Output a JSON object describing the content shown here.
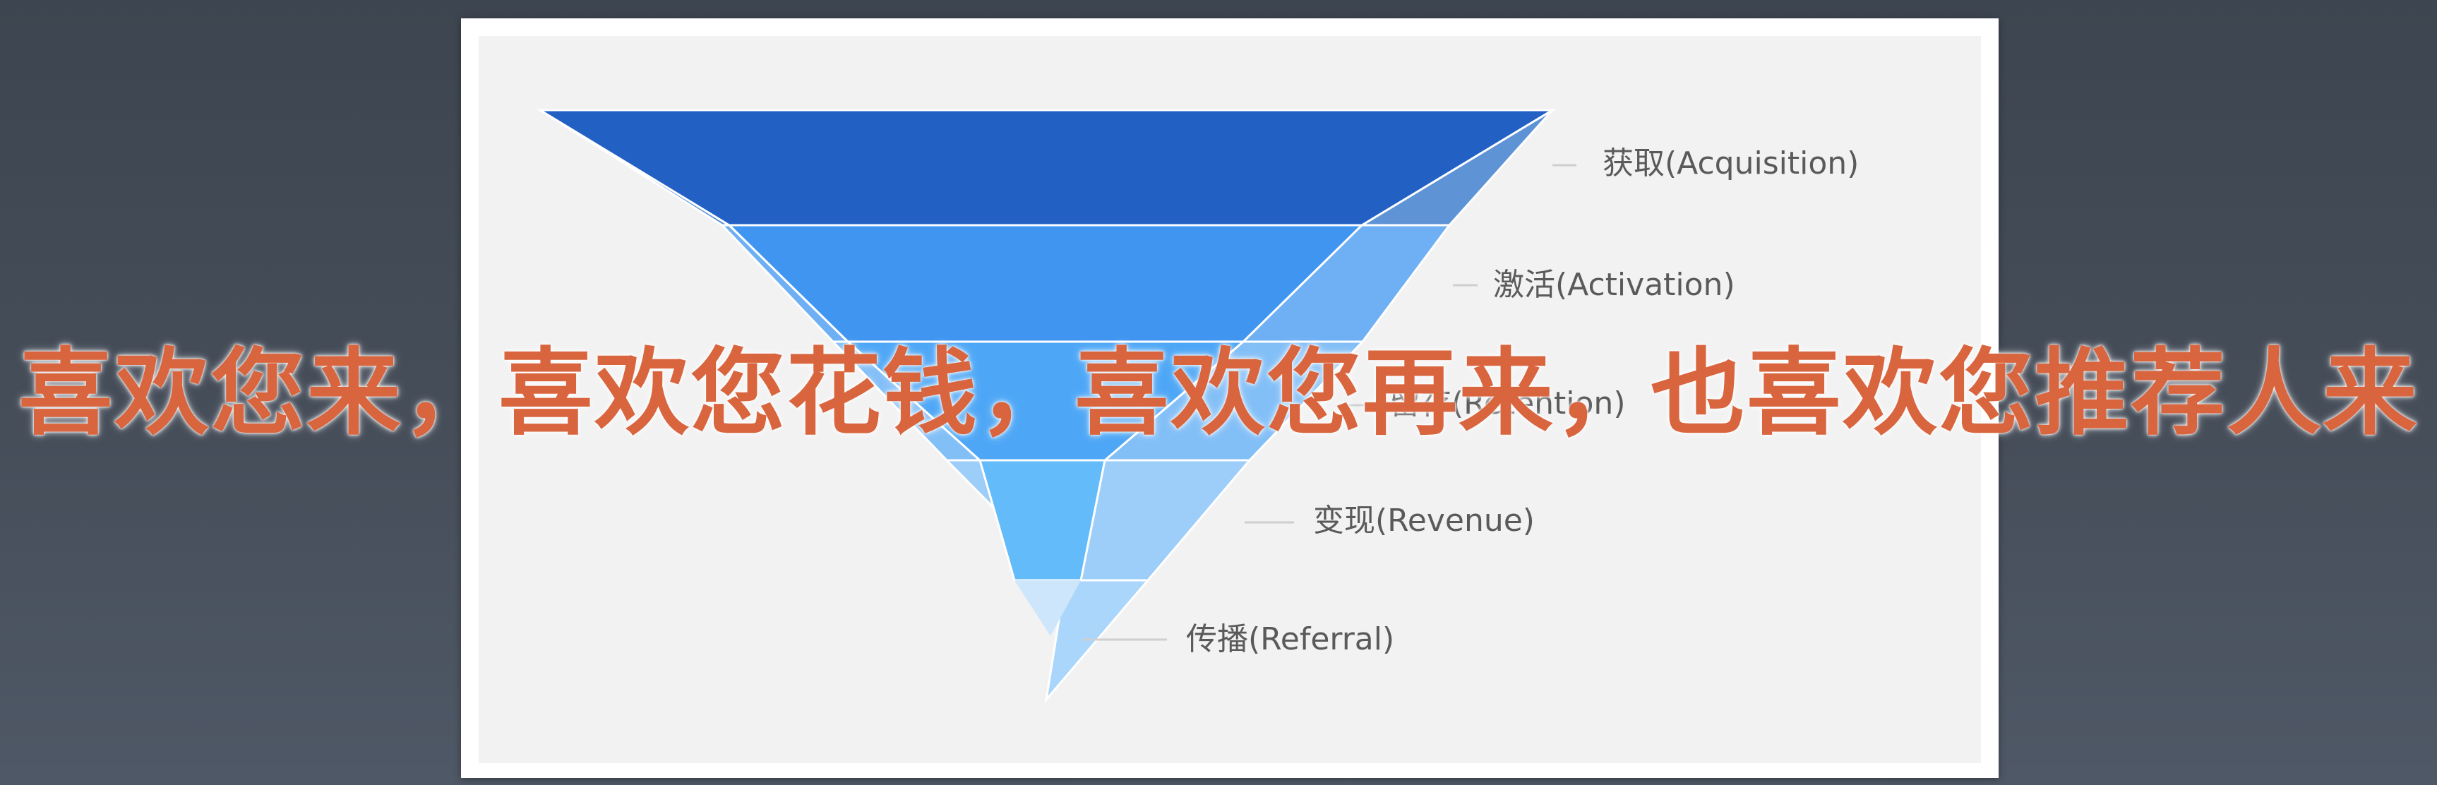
{
  "funnel": {
    "stages": [
      {
        "label": "获取(Acquisition)",
        "color": "#2260c4",
        "side_color": "#5e93d6"
      },
      {
        "label": "激活(Activation)",
        "color": "#3f95f0",
        "side_color": "#6fb0f4"
      },
      {
        "label": "留存(Retention)",
        "color": "#4ea7f6",
        "side_color": "#83bff7"
      },
      {
        "label": "变现(Revenue)",
        "color": "#64bbf9",
        "side_color": "#9dcdf9"
      },
      {
        "label": "传播(Referral)",
        "color": "#aad6fb",
        "side_color": "#cde6fc"
      }
    ]
  },
  "subtitle": {
    "text": "喜欢您来，喜欢您花钱，喜欢您再来，也喜欢您推荐人来",
    "color": "#d9653f"
  }
}
